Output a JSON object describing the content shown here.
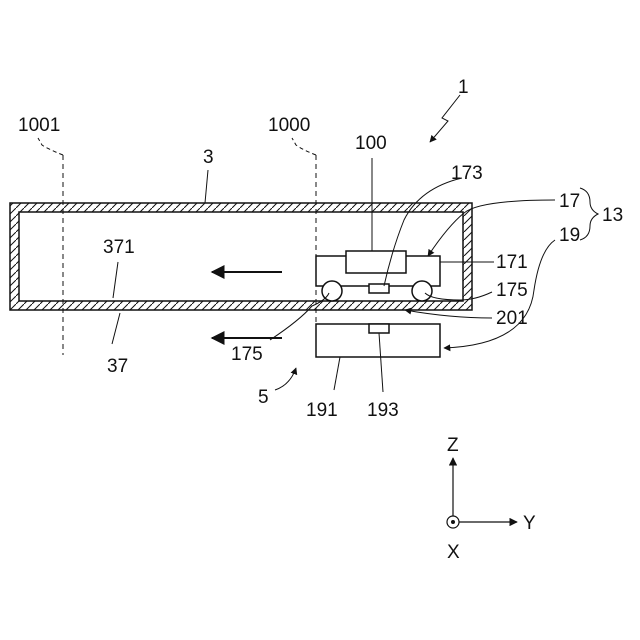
{
  "labels": {
    "device": "1",
    "chamber": "3",
    "carrier_unit": "5",
    "line_1000": "1000",
    "line_1001": "1001",
    "inner_space": "371",
    "bottom_wall": "37",
    "part_100": "100",
    "part_173": "173",
    "part_171": "171",
    "part_175_right": "175",
    "part_175_left": "175",
    "part_201": "201",
    "part_17": "17",
    "part_19": "19",
    "group_13": "13",
    "part_191": "191",
    "part_193": "193"
  },
  "axes": {
    "z_label": "Z",
    "y_label": "Y",
    "x_label": "X"
  },
  "colors": {
    "line": "#111111",
    "background": "#ffffff"
  }
}
